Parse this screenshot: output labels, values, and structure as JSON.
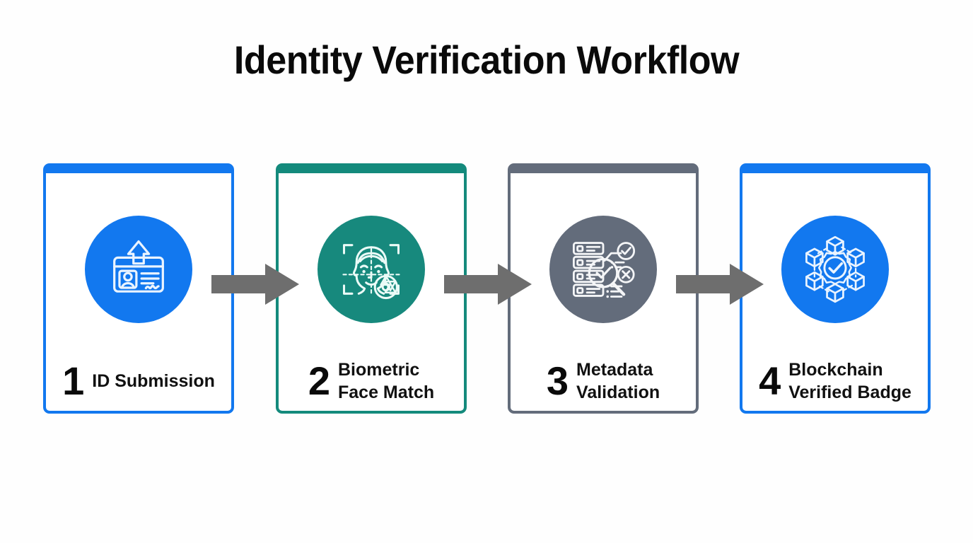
{
  "header": {
    "title": "Identity Verification Workflow"
  },
  "colors": {
    "blue": "#1278ef",
    "teal": "#17897d",
    "slate": "#636c7b",
    "arrow_gray": "#6e6e6e",
    "background": "#fefefe",
    "text": "#0a0a0a"
  },
  "workflow": {
    "steps": [
      {
        "number": "1",
        "label": "ID Submission",
        "accent": "#1278ef",
        "icon": "id-card-upload-icon"
      },
      {
        "number": "2",
        "label": "Biometric\nFace Match",
        "accent": "#17897d",
        "icon": "face-scan-icon"
      },
      {
        "number": "3",
        "label": "Metadata\nValidation",
        "accent": "#636c7b",
        "icon": "server-validation-icon"
      },
      {
        "number": "4",
        "label": "Blockchain\nVerified Badge",
        "accent": "#1278ef",
        "icon": "blockchain-verified-icon"
      }
    ],
    "connectors": [
      {
        "name": "arrow-step-1-to-2",
        "icon": "arrow-right-icon"
      },
      {
        "name": "arrow-step-2-to-3",
        "icon": "arrow-right-icon"
      },
      {
        "name": "arrow-step-3-to-4",
        "icon": "arrow-right-icon"
      }
    ]
  }
}
